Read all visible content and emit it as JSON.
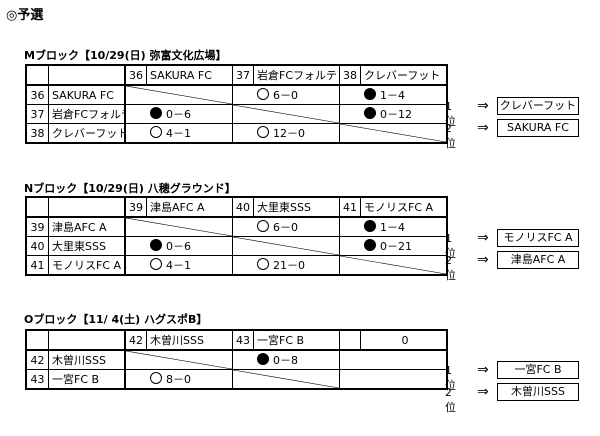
{
  "title": "◎予選",
  "blocks": [
    {
      "label": "Mブロック【10/29(日) 弥富文化広場】",
      "headers": [
        {
          "num": "36",
          "name": "SAKURA FC"
        },
        {
          "num": "37",
          "name": "岩倉FCフォルテ"
        },
        {
          "num": "38",
          "name": "クレバーフット"
        }
      ],
      "rows": [
        {
          "num": "36",
          "name": "SAKURA FC",
          "results": [
            "",
            "6－0",
            "1－4"
          ]
        },
        {
          "num": "37",
          "name": "岩倉FCフォルテ",
          "results": [
            "0－6",
            "",
            "0－12"
          ]
        },
        {
          "num": "38",
          "name": "クレバーフット",
          "results": [
            "4－1",
            "12－0",
            ""
          ]
        }
      ],
      "marks": [
        [
          "",
          "open",
          "filled"
        ],
        [
          "filled",
          "",
          "filled"
        ],
        [
          "open",
          "open",
          ""
        ]
      ],
      "ranks": [
        {
          "label": "1位",
          "arrow": "⇒",
          "team": "クレバーフット"
        },
        {
          "label": "2位",
          "arrow": "⇒",
          "team": "SAKURA FC"
        }
      ]
    },
    {
      "label": "Nブロック【10/29(日) 八穂グラウンド】",
      "headers": [
        {
          "num": "39",
          "name": "津島AFC A"
        },
        {
          "num": "40",
          "name": "大里東SSS"
        },
        {
          "num": "41",
          "name": "モノリスFC A"
        }
      ],
      "rows": [
        {
          "num": "39",
          "name": "津島AFC A",
          "results": [
            "",
            "6－0",
            "1－4"
          ]
        },
        {
          "num": "40",
          "name": "大里東SSS",
          "results": [
            "0－6",
            "",
            "0－21"
          ]
        },
        {
          "num": "41",
          "name": "モノリスFC A",
          "results": [
            "4－1",
            "21－0",
            ""
          ]
        }
      ],
      "marks": [
        [
          "",
          "open",
          "filled"
        ],
        [
          "filled",
          "",
          "filled"
        ],
        [
          "open",
          "open",
          ""
        ]
      ],
      "ranks": [
        {
          "label": "1位",
          "arrow": "⇒",
          "team": "モノリスFC A"
        },
        {
          "label": "2位",
          "arrow": "⇒",
          "team": "津島AFC A"
        }
      ]
    },
    {
      "label": "Oブロック【11/ 4(土) ハグスポB】",
      "headers": [
        {
          "num": "42",
          "name": "木曽川SSS"
        },
        {
          "num": "43",
          "name": "一宮FC B"
        },
        {
          "num": "",
          "name": "0"
        }
      ],
      "rows": [
        {
          "num": "42",
          "name": "木曽川SSS",
          "results": [
            "",
            "0－8",
            ""
          ]
        },
        {
          "num": "43",
          "name": "一宮FC B",
          "results": [
            "8－0",
            "",
            ""
          ]
        }
      ],
      "marks": [
        [
          "",
          "filled",
          ""
        ],
        [
          "open",
          "",
          ""
        ]
      ],
      "ranks": [
        {
          "label": "1位",
          "arrow": "⇒",
          "team": "一宮FC B"
        },
        {
          "label": "2位",
          "arrow": "⇒",
          "team": "木曽川SSS"
        }
      ]
    }
  ]
}
